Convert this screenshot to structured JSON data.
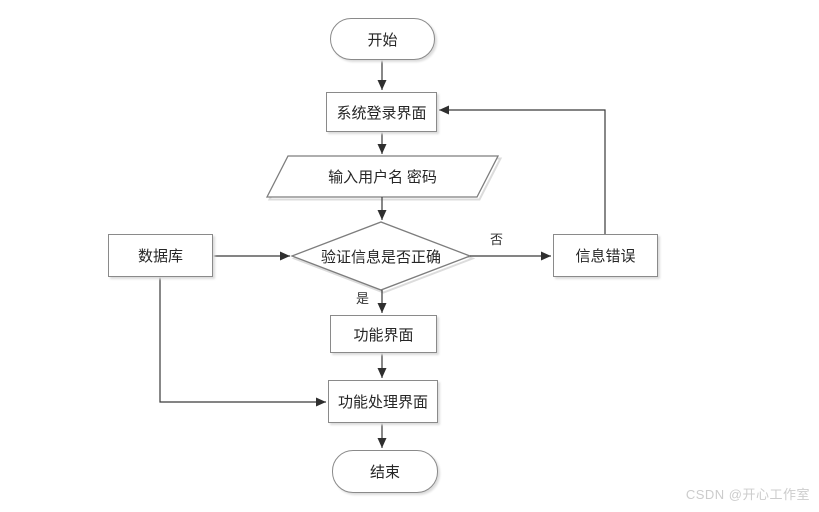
{
  "diagram": {
    "title": "login-flowchart",
    "background_color": "#ffffff",
    "line_color": "#3a3a3a",
    "box_border_color": "#8a8a8a",
    "text_color": "#262626",
    "nodes": {
      "start": {
        "label": "开始",
        "shape": "stadium"
      },
      "login": {
        "label": "系统登录界面",
        "shape": "rectangle"
      },
      "input": {
        "label": "输入用户名 密码",
        "shape": "parallelogram"
      },
      "decision": {
        "label": "验证信息是否正确",
        "shape": "diamond"
      },
      "database": {
        "label": "数据库",
        "shape": "rectangle"
      },
      "error": {
        "label": "信息错误",
        "shape": "rectangle"
      },
      "function": {
        "label": "功能界面",
        "shape": "rectangle"
      },
      "process": {
        "label": "功能处理界面",
        "shape": "rectangle"
      },
      "end": {
        "label": "结束",
        "shape": "stadium"
      }
    },
    "edge_labels": {
      "yes": "是",
      "no": "否"
    },
    "edges": [
      {
        "from": "start",
        "to": "login",
        "label": ""
      },
      {
        "from": "login",
        "to": "input",
        "label": ""
      },
      {
        "from": "input",
        "to": "decision",
        "label": ""
      },
      {
        "from": "decision",
        "to": "error",
        "label": "否"
      },
      {
        "from": "decision",
        "to": "function",
        "label": "是"
      },
      {
        "from": "function",
        "to": "process",
        "label": ""
      },
      {
        "from": "process",
        "to": "end",
        "label": ""
      },
      {
        "from": "database",
        "to": "decision",
        "label": ""
      },
      {
        "from": "database",
        "to": "process",
        "label": ""
      },
      {
        "from": "error",
        "to": "login",
        "label": ""
      }
    ]
  },
  "watermark": {
    "text": "CSDN @开心工作室",
    "color": "#cccccc"
  }
}
